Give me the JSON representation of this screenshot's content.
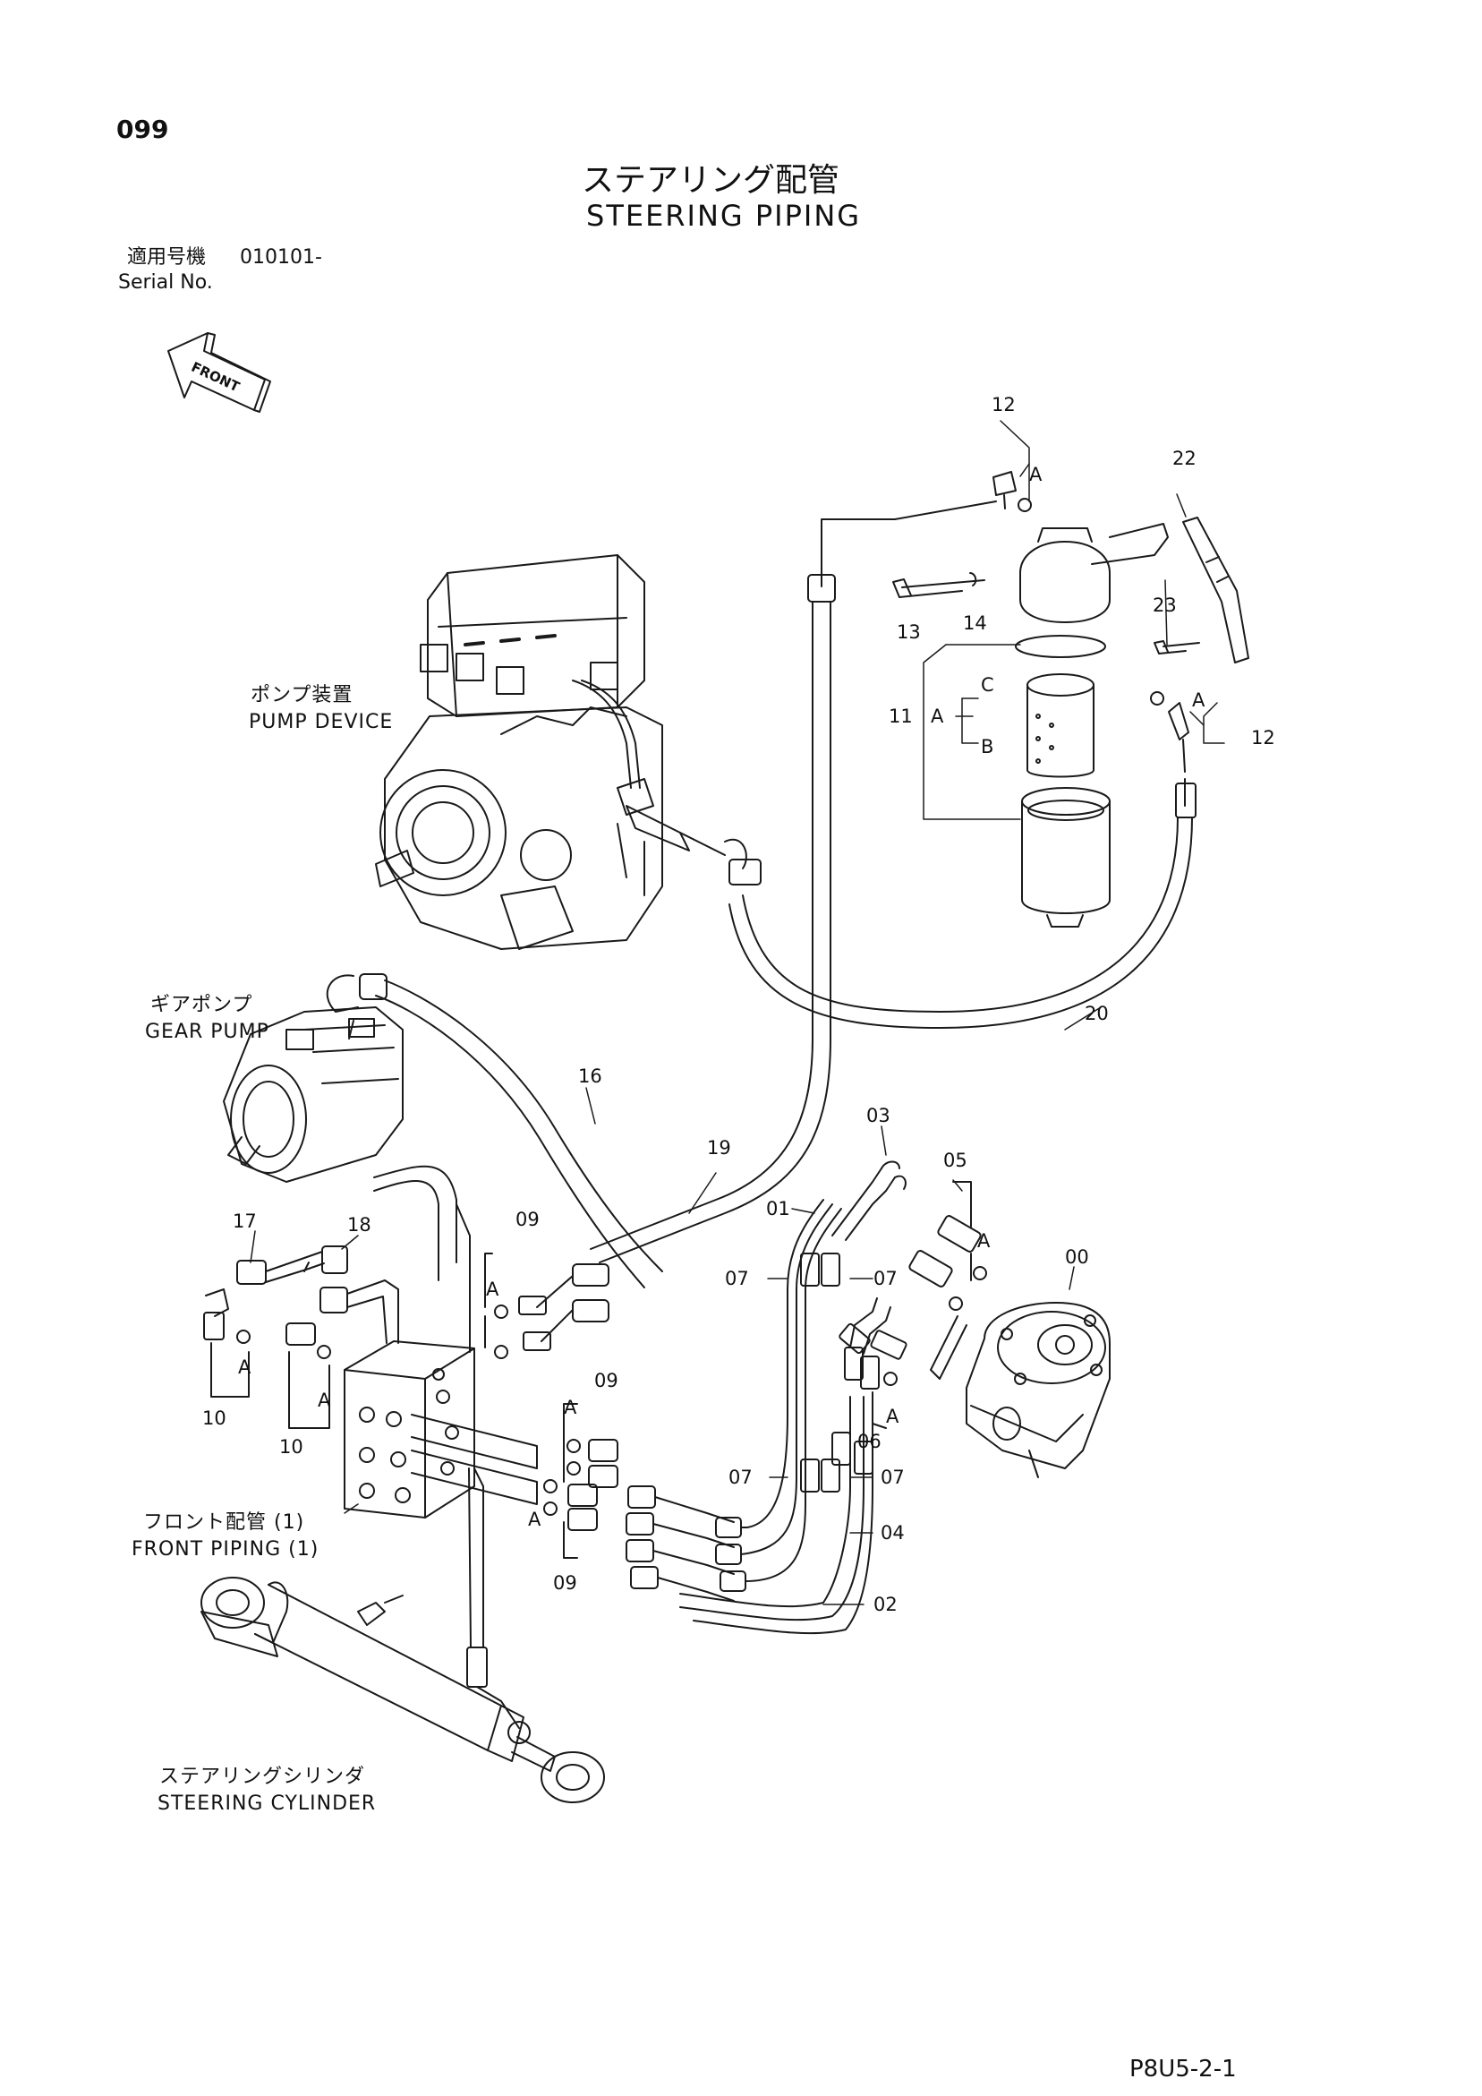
{
  "page": {
    "number": "099",
    "title_jp": "ステアリング配管",
    "title_en": "STEERING PIPING",
    "serial_label_jp": "適用号機",
    "serial_value": "010101-",
    "serial_label_en": "Serial No.",
    "front_arrow_label": "FRONT",
    "footer_code": "P8U5-2-1"
  },
  "components": {
    "pump_device_jp": "ポンプ装置",
    "pump_device_en": "PUMP DEVICE",
    "gear_pump_jp": "ギアポンプ",
    "gear_pump_en": "GEAR PUMP",
    "front_piping_jp": "フロント配管 (1)",
    "front_piping_en": "FRONT PIPING (1)",
    "steering_cylinder_jp": "ステアリングシリンダ",
    "steering_cylinder_en": "STEERING CYLINDER"
  },
  "callouts": {
    "c12_top": "12",
    "c12_top_a": "A",
    "c22": "22",
    "c13": "13",
    "c14": "14",
    "c23": "23",
    "c11": "11",
    "c11_a": "A",
    "c11_b": "B",
    "c11_c": "C",
    "c12_right": "12",
    "c12_right_a": "A",
    "c20": "20",
    "c16": "16",
    "c19": "19",
    "c03": "03",
    "c05": "05",
    "c05_a": "A",
    "c00": "00",
    "c01": "01",
    "c07_a": "07",
    "c07_b": "07",
    "c07_c": "07",
    "c07_d": "07",
    "c17": "17",
    "c18": "18",
    "c09_top": "09",
    "c09_top_a": "A",
    "c09_mid": "09",
    "c09_mid_a": "A",
    "c09_bot": "09",
    "c09_bot_a": "A",
    "c10_left": "10",
    "c10_left_a": "A",
    "c10_mid": "10",
    "c10_mid_a": "A",
    "c06": "06",
    "c06_a": "A",
    "c04": "04",
    "c02": "02"
  }
}
